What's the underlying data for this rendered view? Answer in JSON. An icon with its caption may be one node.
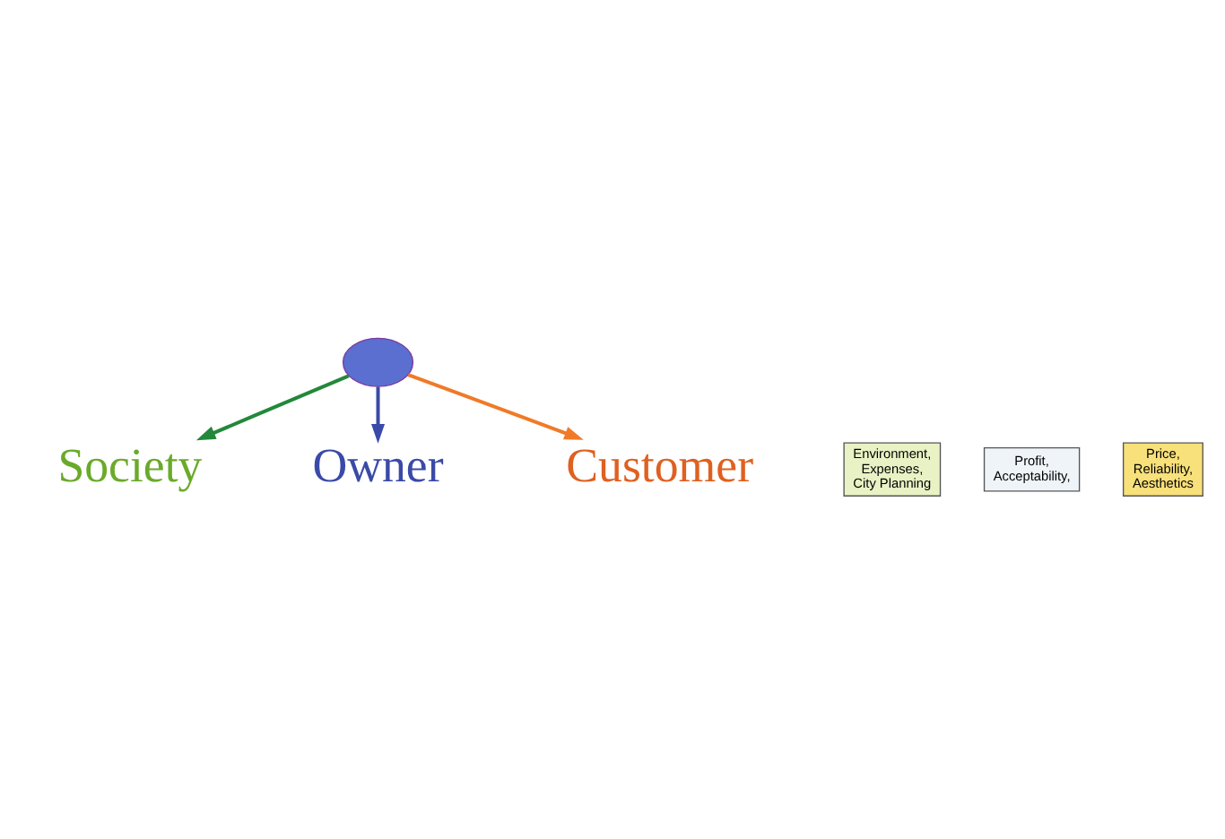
{
  "diagram": {
    "nodes": [
      {
        "text": [],
        "shape": "circle"
      },
      {
        "text": [
          "Society"
        ]
      },
      {
        "text": [
          "Owner"
        ]
      },
      {
        "text": [
          "Customer"
        ]
      },
      {
        "text": [
          "Environment, Expenses, City Planning"
        ]
      },
      {
        "text": [
          "Profit, Acceptability,"
        ]
      },
      {
        "text": [
          "Price, Reliability, Aesthetics"
        ]
      }
    ],
    "edges": [
      {
        "from": 0,
        "to": 1,
        "arrow": "to",
        "color": "#23883a"
      },
      {
        "from": 0,
        "to": 2,
        "arrow": "to",
        "color": "#3a4aa8"
      },
      {
        "from": 0,
        "to": 3,
        "arrow": "to",
        "color": "#f07a28"
      }
    ]
  }
}
